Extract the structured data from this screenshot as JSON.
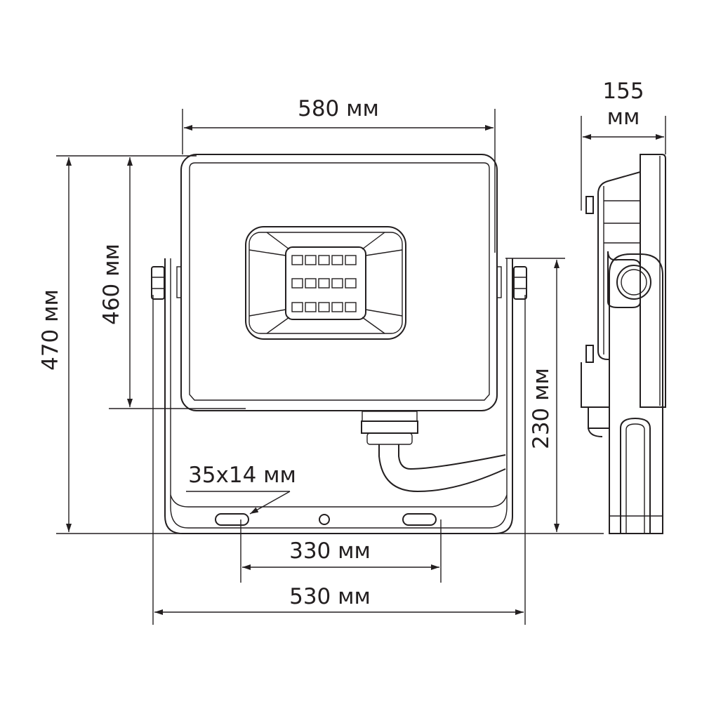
{
  "dimensions": {
    "width_front": "580 мм",
    "depth_side_value": "155",
    "depth_side_unit": "мм",
    "height_total": "470 мм",
    "height_body": "460 мм",
    "bracket_height": "230 мм",
    "slot_size": "35x14 мм",
    "slot_spacing": "330 мм",
    "bracket_width": "530 мм"
  },
  "colors": {
    "line": "#231f20",
    "background": "#ffffff"
  }
}
